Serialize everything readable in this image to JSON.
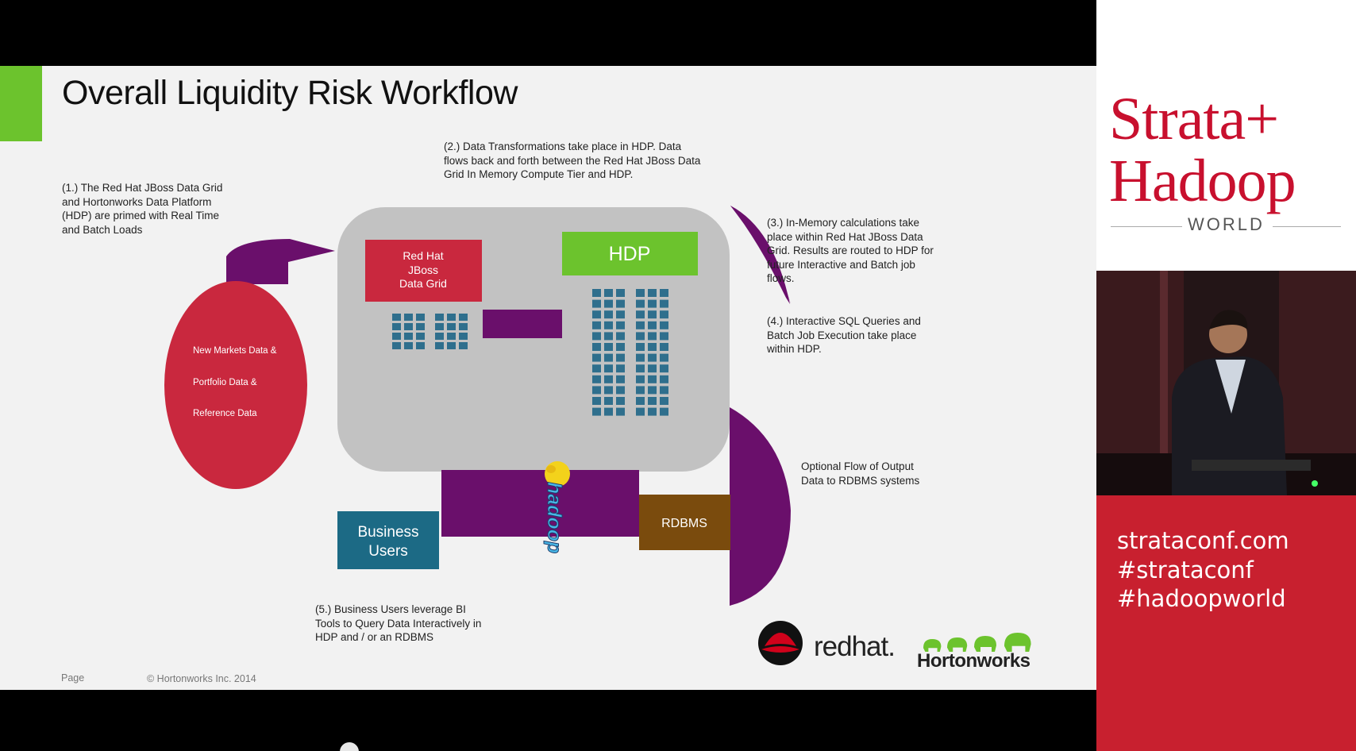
{
  "slide": {
    "title": "Overall Liquidity Risk Workflow",
    "steps": {
      "step1": "(1.) The Red Hat JBoss Data Grid\nand Hortonworks Data Platform\n(HDP) are primed with Real Time\nand Batch Loads",
      "step2": "(2.) Data Transformations  take place in HDP.  Data\nflows back and forth between the Red Hat JBoss Data\nGrid In Memory Compute Tier and HDP.",
      "step3": "(3.) In-Memory calculations take\nplace within Red Hat JBoss Data\nGrid. Results are routed to HDP for\nfuture Interactive  and Batch job\nflows.",
      "step4": "(4.) Interactive  SQL Queries and\nBatch Job Execution take place\nwithin HDP.",
      "step5": "(5.) Business Users leverage  BI\nTools to Query Data Interactively  in\nHDP and / or an RDBMS",
      "optional": "Optional Flow of Output\nData to RDBMS systems"
    },
    "diagram": {
      "source_lines": [
        "New Markets Data &",
        "Portfolio Data &",
        "Reference Data"
      ],
      "jboss_lines": [
        "Red Hat",
        "JBoss",
        "Data Grid"
      ],
      "hdp_label": "HDP",
      "business_lines": [
        "Business",
        "Users"
      ],
      "rdbms_label": "RDBMS",
      "hadoop_label": "hadoop"
    },
    "footer": {
      "page_label": "Page",
      "copyright": "© Hortonworks Inc. 2014",
      "redhat_logo_text": "redhat.",
      "hortonworks_logo_text": "Hortonworks"
    },
    "colors": {
      "crimson": "#c9283e",
      "purple": "#6a0f6b",
      "hdp_green": "#6cc32d",
      "teal": "#1c6a85",
      "brown": "#7a4b0d",
      "panel_gray": "#c2c2c2",
      "grid_blue": "#2f6f8d"
    }
  },
  "sidebar": {
    "brand_line1": "Strata+",
    "brand_line2": "Hadoop",
    "brand_line3": "WORLD",
    "links": [
      "strataconf.com",
      "#strataconf",
      "#hadoopworld"
    ]
  }
}
